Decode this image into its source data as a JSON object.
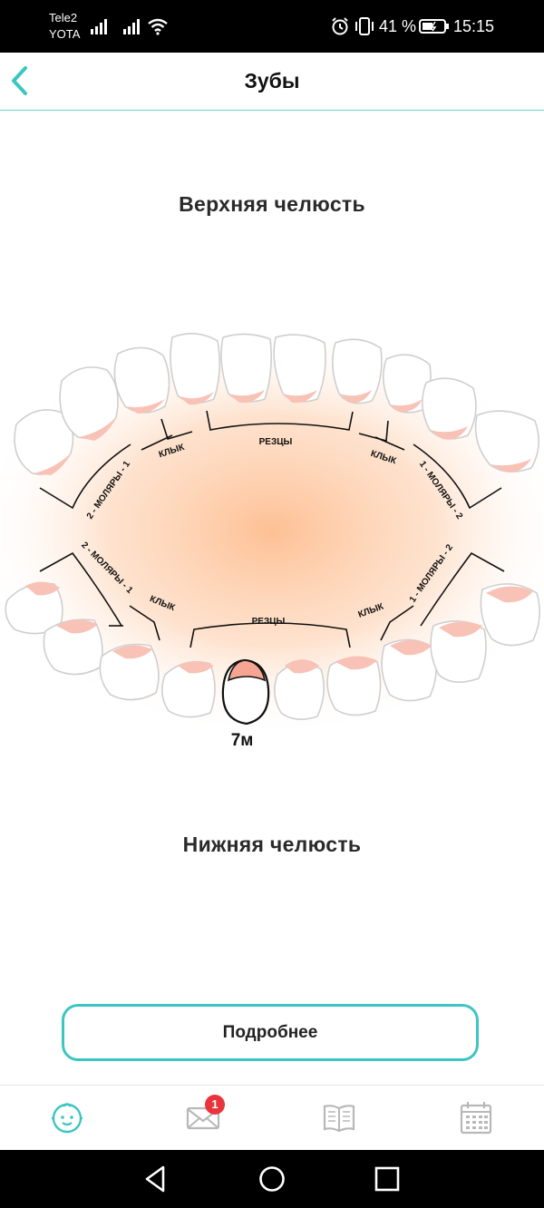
{
  "status_bar": {
    "carrier_1": "Tele2",
    "carrier_2": "YOTA",
    "battery_percent": "41 %",
    "time": "15:15"
  },
  "header": {
    "title": "Зубы",
    "accent_color": "#3cc6c2"
  },
  "jaws": {
    "upper_title": "Верхняя челюсть",
    "lower_title": "Нижняя челюсть"
  },
  "diagram": {
    "upper_labels": {
      "incisors": "РЕЗЦЫ",
      "canine_left": "КЛЫК",
      "canine_right": "КЛЫК",
      "molars_left": "2 - МОЛЯРЫ - 1",
      "molars_right": "1 - МОЛЯРЫ - 2"
    },
    "lower_labels": {
      "incisors": "РЕЗЦЫ",
      "canine_left": "КЛЫК",
      "canine_right": "КЛЫК",
      "molars_left": "2 - МОЛЯРЫ - 1",
      "molars_right": "1 - МОЛЯРЫ - 2"
    },
    "selected_tooth_age": "7м"
  },
  "actions": {
    "details_label": "Подробнее"
  },
  "bottom_nav": {
    "messages_badge": "1",
    "items": [
      "baby-icon",
      "mail-icon",
      "book-icon",
      "calendar-icon"
    ]
  },
  "system_nav": [
    "back-triangle-icon",
    "home-circle-icon",
    "recents-square-icon"
  ]
}
